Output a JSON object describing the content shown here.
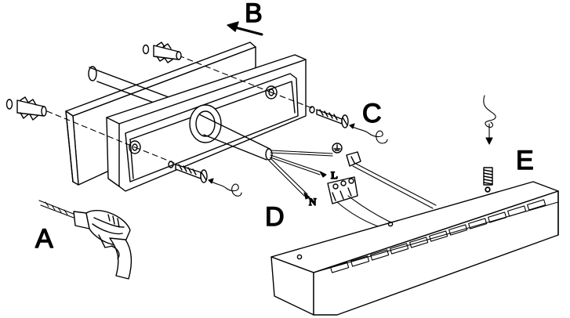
{
  "labels": {
    "a": "A",
    "b": "B",
    "c": "C",
    "d": "D",
    "e": "E"
  },
  "wire_labels": {
    "live": "L",
    "neutral": "N"
  },
  "icons": {
    "earth": "earth-ground-symbol",
    "drill": "electric-drill-icon"
  },
  "colors": {
    "line": "#000000",
    "background": "#ffffff"
  }
}
